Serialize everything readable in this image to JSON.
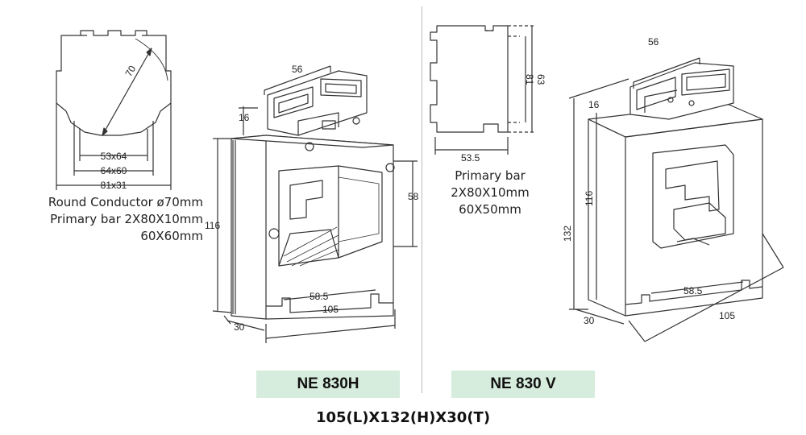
{
  "dims": {
    "d56_left": "56",
    "d16_left": "16",
    "d116_left": "116",
    "d58": "58",
    "d58_5_left": "58.5",
    "d105_left": "105",
    "d30_left": "30",
    "d70": "70",
    "d53x64": "53x64",
    "d64x60": "64x60",
    "d81x31": "81x31",
    "d81": "81",
    "d63": "63",
    "d53_5": "53.5",
    "d56_right": "56",
    "d16_right": "16",
    "d132": "132",
    "d116_right": "116",
    "d58_5_right": "58.5",
    "d30_right": "30",
    "d105_right": "105"
  },
  "left_notes": {
    "line1": "Round Conductor ø70mm",
    "line2": "Primary bar 2X80X10mm",
    "line3": "60X60mm"
  },
  "right_notes": {
    "line1": "Primary bar",
    "line2": "2X80X10mm",
    "line3": "60X50mm"
  },
  "models": {
    "left": "NE 830H",
    "right": "NE 830 V"
  },
  "footer": "105(L)X132(H)X30(T)",
  "colors": {
    "label_bg": "#d6ecdc",
    "line": "#333333"
  }
}
